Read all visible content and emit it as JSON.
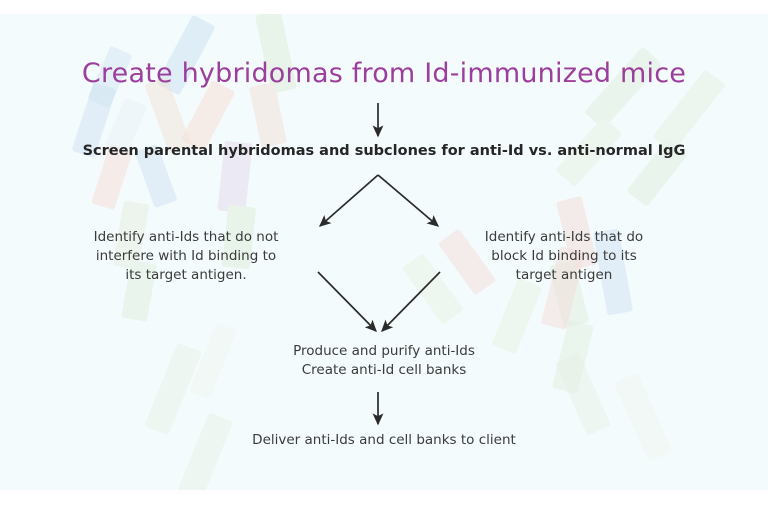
{
  "slide": {
    "title": "Create hybridomas from Id-immunized mice",
    "subtitle": "Screen parental hybridomas and subclones for anti-Id vs. anti-normal IgG",
    "branch_left": "Identify anti-Ids that do not\ninterfere with Id binding to\nits target antigen.",
    "branch_right": "Identify anti-Ids that do\nblock Id binding to its\ntarget antigen",
    "merge_step": "Produce and purify anti-Ids\nCreate anti-Id cell banks",
    "final_step": "Deliver anti-Ids and cell banks to client"
  },
  "colors": {
    "title": "#9c3f9c",
    "subtitle": "#262626",
    "body_text": "#3b3b3b",
    "arrow": "#2b2b2b",
    "canvas_background": "#f4fbfd",
    "page_background": "#ffffff",
    "watermark_blue": "#cfe3f2",
    "watermark_pink": "#f6ded6",
    "watermark_green": "#dfeedc",
    "watermark_lavender": "#e4dcee"
  },
  "flow": {
    "arrow_top": "down-arrow-title-to-subtitle",
    "arrow_split_left": "diagonal-arrow-to-left-branch",
    "arrow_split_right": "diagonal-arrow-to-right-branch",
    "arrow_merge_left": "diagonal-arrow-from-left-branch",
    "arrow_merge_right": "diagonal-arrow-from-right-branch",
    "arrow_bottom": "down-arrow-to-final-step"
  }
}
